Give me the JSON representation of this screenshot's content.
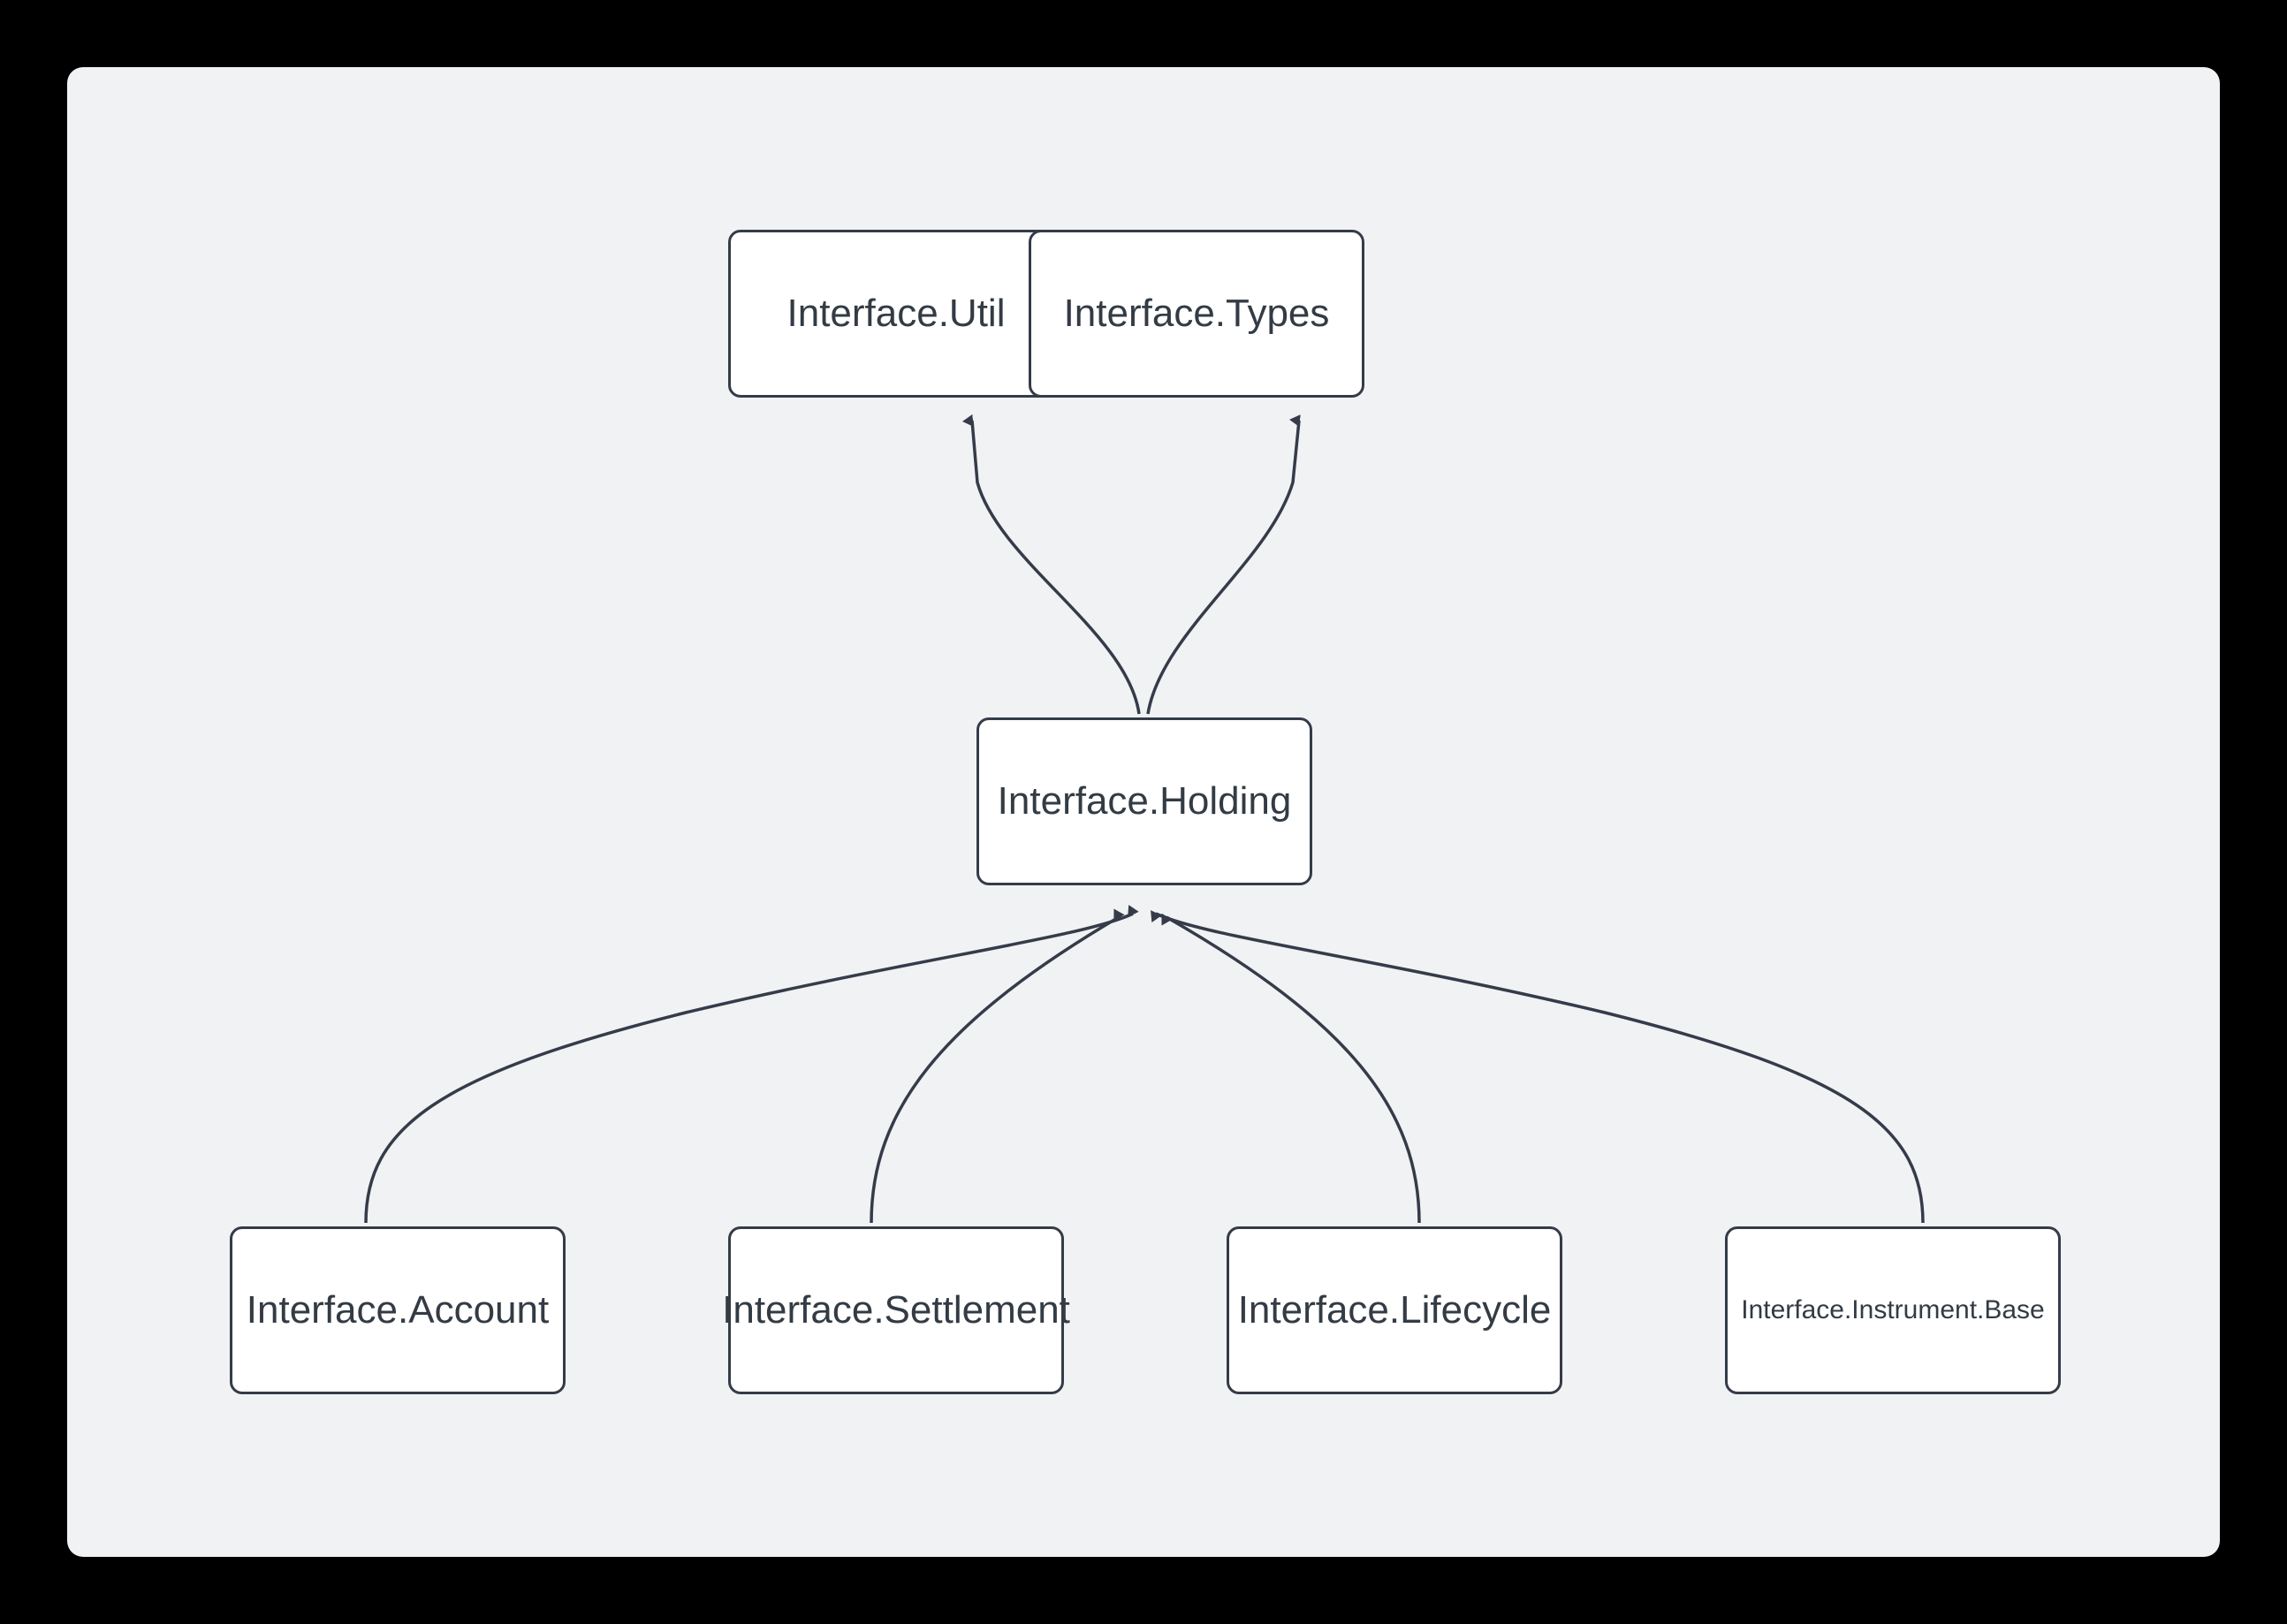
{
  "canvas": {
    "background_color": "#f0f2f4",
    "page_background_color": "#000000",
    "node_fill": "#ffffff",
    "node_border_color": "#353b48",
    "edge_color": "#353b48",
    "text_color": "#333b44"
  },
  "graph": {
    "type": "dependency-graph",
    "direction": "bottom-to-top",
    "nodes": [
      {
        "id": "util",
        "label": "Interface.Util"
      },
      {
        "id": "types",
        "label": "Interface.Types"
      },
      {
        "id": "holding",
        "label": "Interface.Holding"
      },
      {
        "id": "account",
        "label": "Interface.Account"
      },
      {
        "id": "settlement",
        "label": "Interface.Settlement"
      },
      {
        "id": "lifecycle",
        "label": "Interface.Lifecycle"
      },
      {
        "id": "instrument",
        "label": "Interface.Instrument.Base"
      }
    ],
    "edges": [
      {
        "from": "holding",
        "to": "util",
        "arrow": "filled-triangle"
      },
      {
        "from": "holding",
        "to": "types",
        "arrow": "filled-triangle"
      },
      {
        "from": "account",
        "to": "holding",
        "arrow": "filled-triangle"
      },
      {
        "from": "settlement",
        "to": "holding",
        "arrow": "filled-triangle"
      },
      {
        "from": "lifecycle",
        "to": "holding",
        "arrow": "filled-triangle"
      },
      {
        "from": "instrument",
        "to": "holding",
        "arrow": "filled-triangle"
      }
    ]
  }
}
